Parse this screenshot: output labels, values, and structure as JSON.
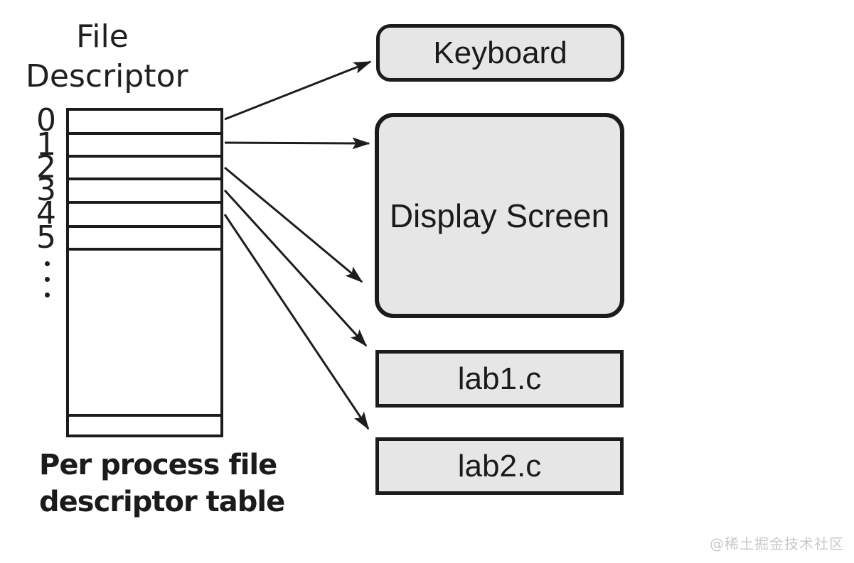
{
  "diagram": {
    "title": {
      "line1": "File",
      "line2": "Descriptor"
    },
    "fd_table": {
      "row_labels": [
        "0",
        "1",
        "2",
        "3",
        "4",
        "5"
      ],
      "caption_line1": "Per process file",
      "caption_line2": "descriptor table"
    },
    "devices": [
      {
        "id": "keyboard",
        "label": "Keyboard"
      },
      {
        "id": "display",
        "label": "Display Screen"
      },
      {
        "id": "lab1",
        "label": "lab1.c"
      },
      {
        "id": "lab2",
        "label": "lab2.c"
      }
    ],
    "connections": [
      {
        "from_fd": "0",
        "to": "keyboard"
      },
      {
        "from_fd": "1",
        "to": "display"
      },
      {
        "from_fd": "2",
        "to": "display"
      },
      {
        "from_fd": "3",
        "to": "lab1"
      },
      {
        "from_fd": "4",
        "to": "lab2"
      }
    ],
    "colors": {
      "box_fill": "#e6e6e6",
      "stroke": "#1c1c1c",
      "text": "#1a1a1a",
      "watermark": "#c8c8c8"
    }
  },
  "watermark": {
    "text": "@稀土掘金技术社区"
  }
}
